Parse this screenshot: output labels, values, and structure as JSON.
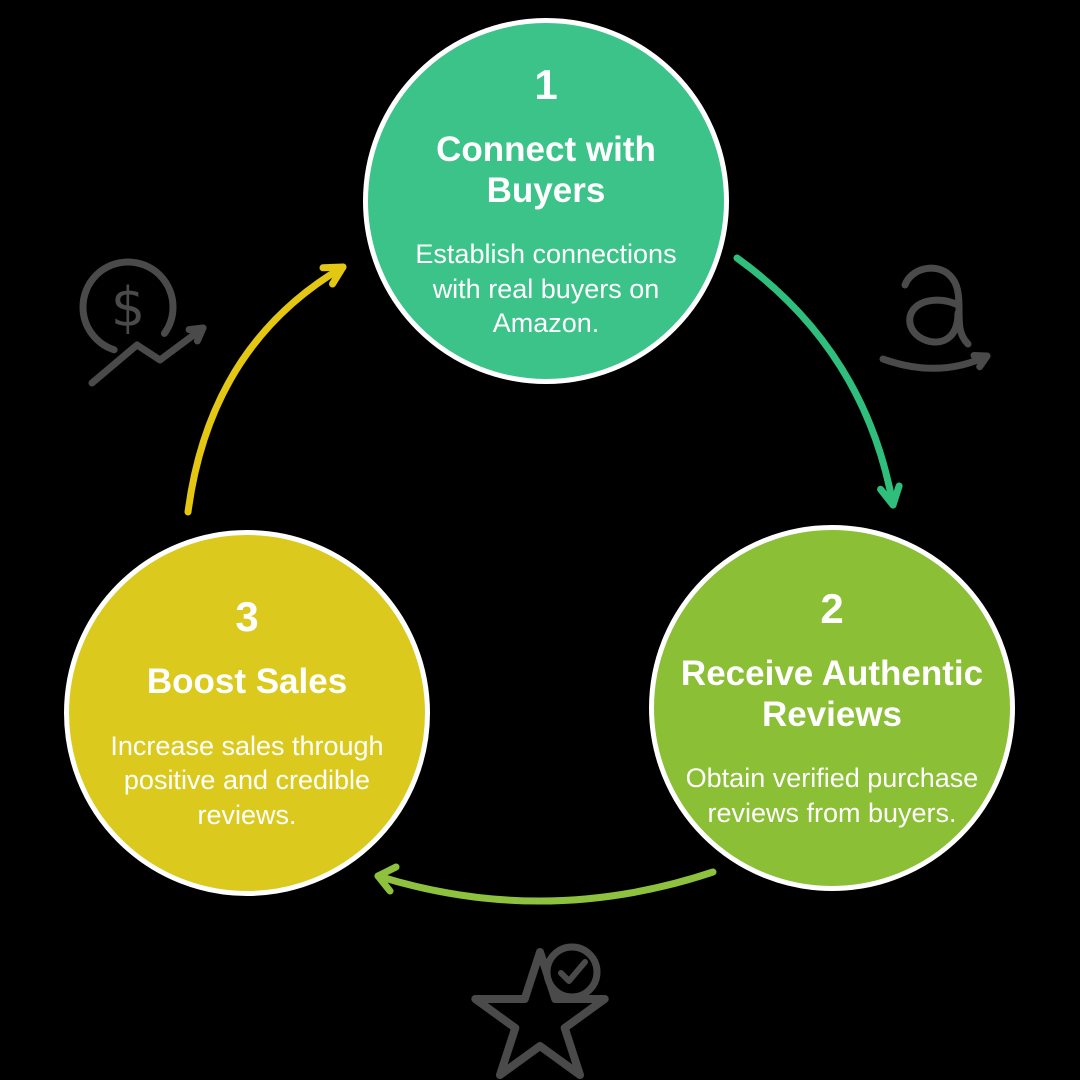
{
  "background_color": "#000000",
  "icon_color": "#4a4a4a",
  "text_color": "#ffffff",
  "steps": [
    {
      "number": "1",
      "title": "Connect with Buyers",
      "title_lines": [
        "Connect with",
        "Buyers"
      ],
      "body": "Establish connections with real buyers on Amazon.",
      "body_lines": [
        "Establish connections",
        "with real buyers on",
        "Amazon."
      ],
      "circle_color": "#3cc389",
      "arrow_color": "#2fbe7b"
    },
    {
      "number": "2",
      "title": "Receive Authentic Reviews",
      "title_lines": [
        "Receive Authentic",
        "Reviews"
      ],
      "body": "Obtain verified purchase reviews from buyers.",
      "body_lines": [
        "Obtain verified purchase",
        "reviews from buyers."
      ],
      "circle_color": "#8bbf35",
      "arrow_color": "#8ec23e"
    },
    {
      "number": "3",
      "title": "Boost Sales",
      "title_lines": [
        "Boost Sales"
      ],
      "body": "Increase sales through positive and credible reviews.",
      "body_lines": [
        "Increase sales through",
        "positive and credible",
        "reviews."
      ],
      "circle_color": "#dcc91e",
      "arrow_color": "#e3c713"
    }
  ],
  "icons": {
    "dollar_growth": "dollar-growth-icon",
    "amazon": "amazon-a-smile-icon",
    "star_check": "star-check-icon",
    "dollar_glyph": "$"
  }
}
